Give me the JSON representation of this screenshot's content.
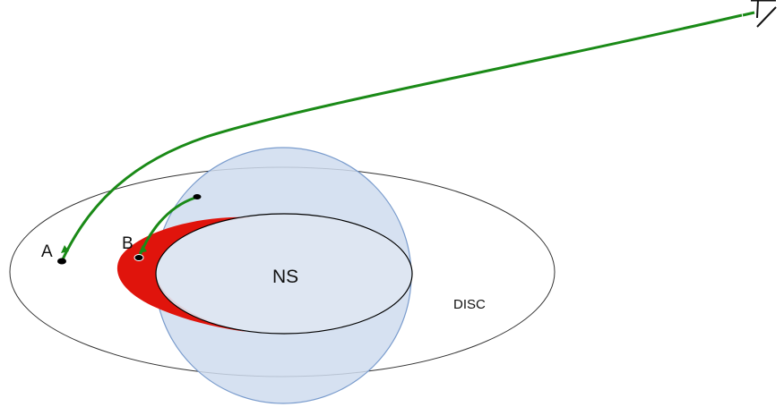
{
  "labels": {
    "point_a": "A",
    "point_b": "B",
    "neutron_star": "NS",
    "disc": "DISC"
  },
  "colors": {
    "background": "#ffffff",
    "sphere_fill": "#cfdcee",
    "sphere_stroke": "#7a9ccd",
    "inner_ellipse_fill": "#dfe7f2",
    "inner_ellipse_stroke": "#000000",
    "disc_stroke": "#333333",
    "crescent": "#e0140c",
    "photon_path": "#1a8a17",
    "point": "#000000"
  },
  "icons": {
    "observer": "eye-icon"
  }
}
